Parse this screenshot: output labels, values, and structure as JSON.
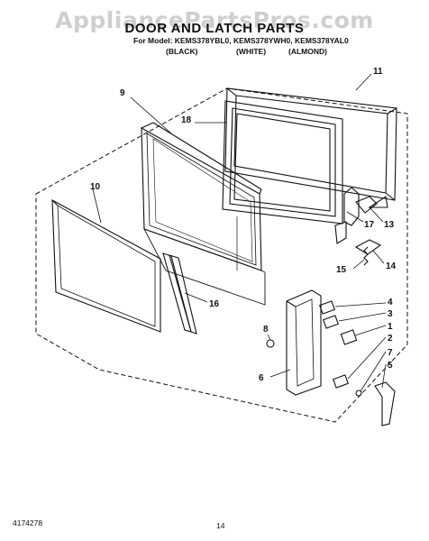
{
  "watermark": "AppliancePartsPros.com",
  "header": {
    "title": "DOOR AND LATCH PARTS",
    "models_line": "For Model: KEMS378YBL0, KEMS378YWH0, KEMS378YAL0",
    "colors": [
      "(BLACK)",
      "(WHITE)",
      "(ALMOND)"
    ]
  },
  "callouts": [
    "1",
    "2",
    "3",
    "4",
    "5",
    "6",
    "7",
    "8",
    "9",
    "10",
    "11",
    "13",
    "14",
    "15",
    "16",
    "17",
    "18"
  ],
  "footer": {
    "doc_number": "4174278",
    "page_number": "14"
  }
}
